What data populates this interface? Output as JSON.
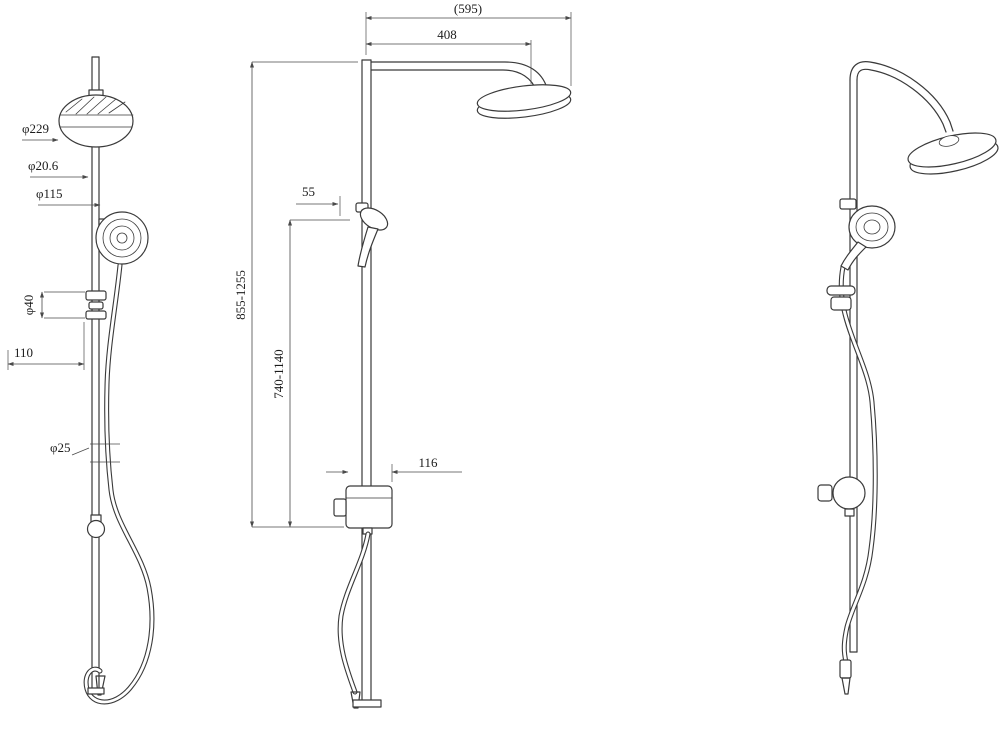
{
  "drawing": {
    "background": "#ffffff",
    "line_color": "#3a3a3a",
    "dimensions": {
      "overall_width_ref": "(595)",
      "arm_reach": "408",
      "overhead_diameter": "φ229",
      "pipe_diameter": "φ20.6",
      "handshower_diameter": "φ115",
      "holder_offset": "55",
      "overall_height_range": "855-1255",
      "riser_height_range": "740-1140",
      "slider_diameter": "φ40",
      "bracket_length": "110",
      "hose_diameter": "φ25",
      "valve_width": "116"
    }
  }
}
